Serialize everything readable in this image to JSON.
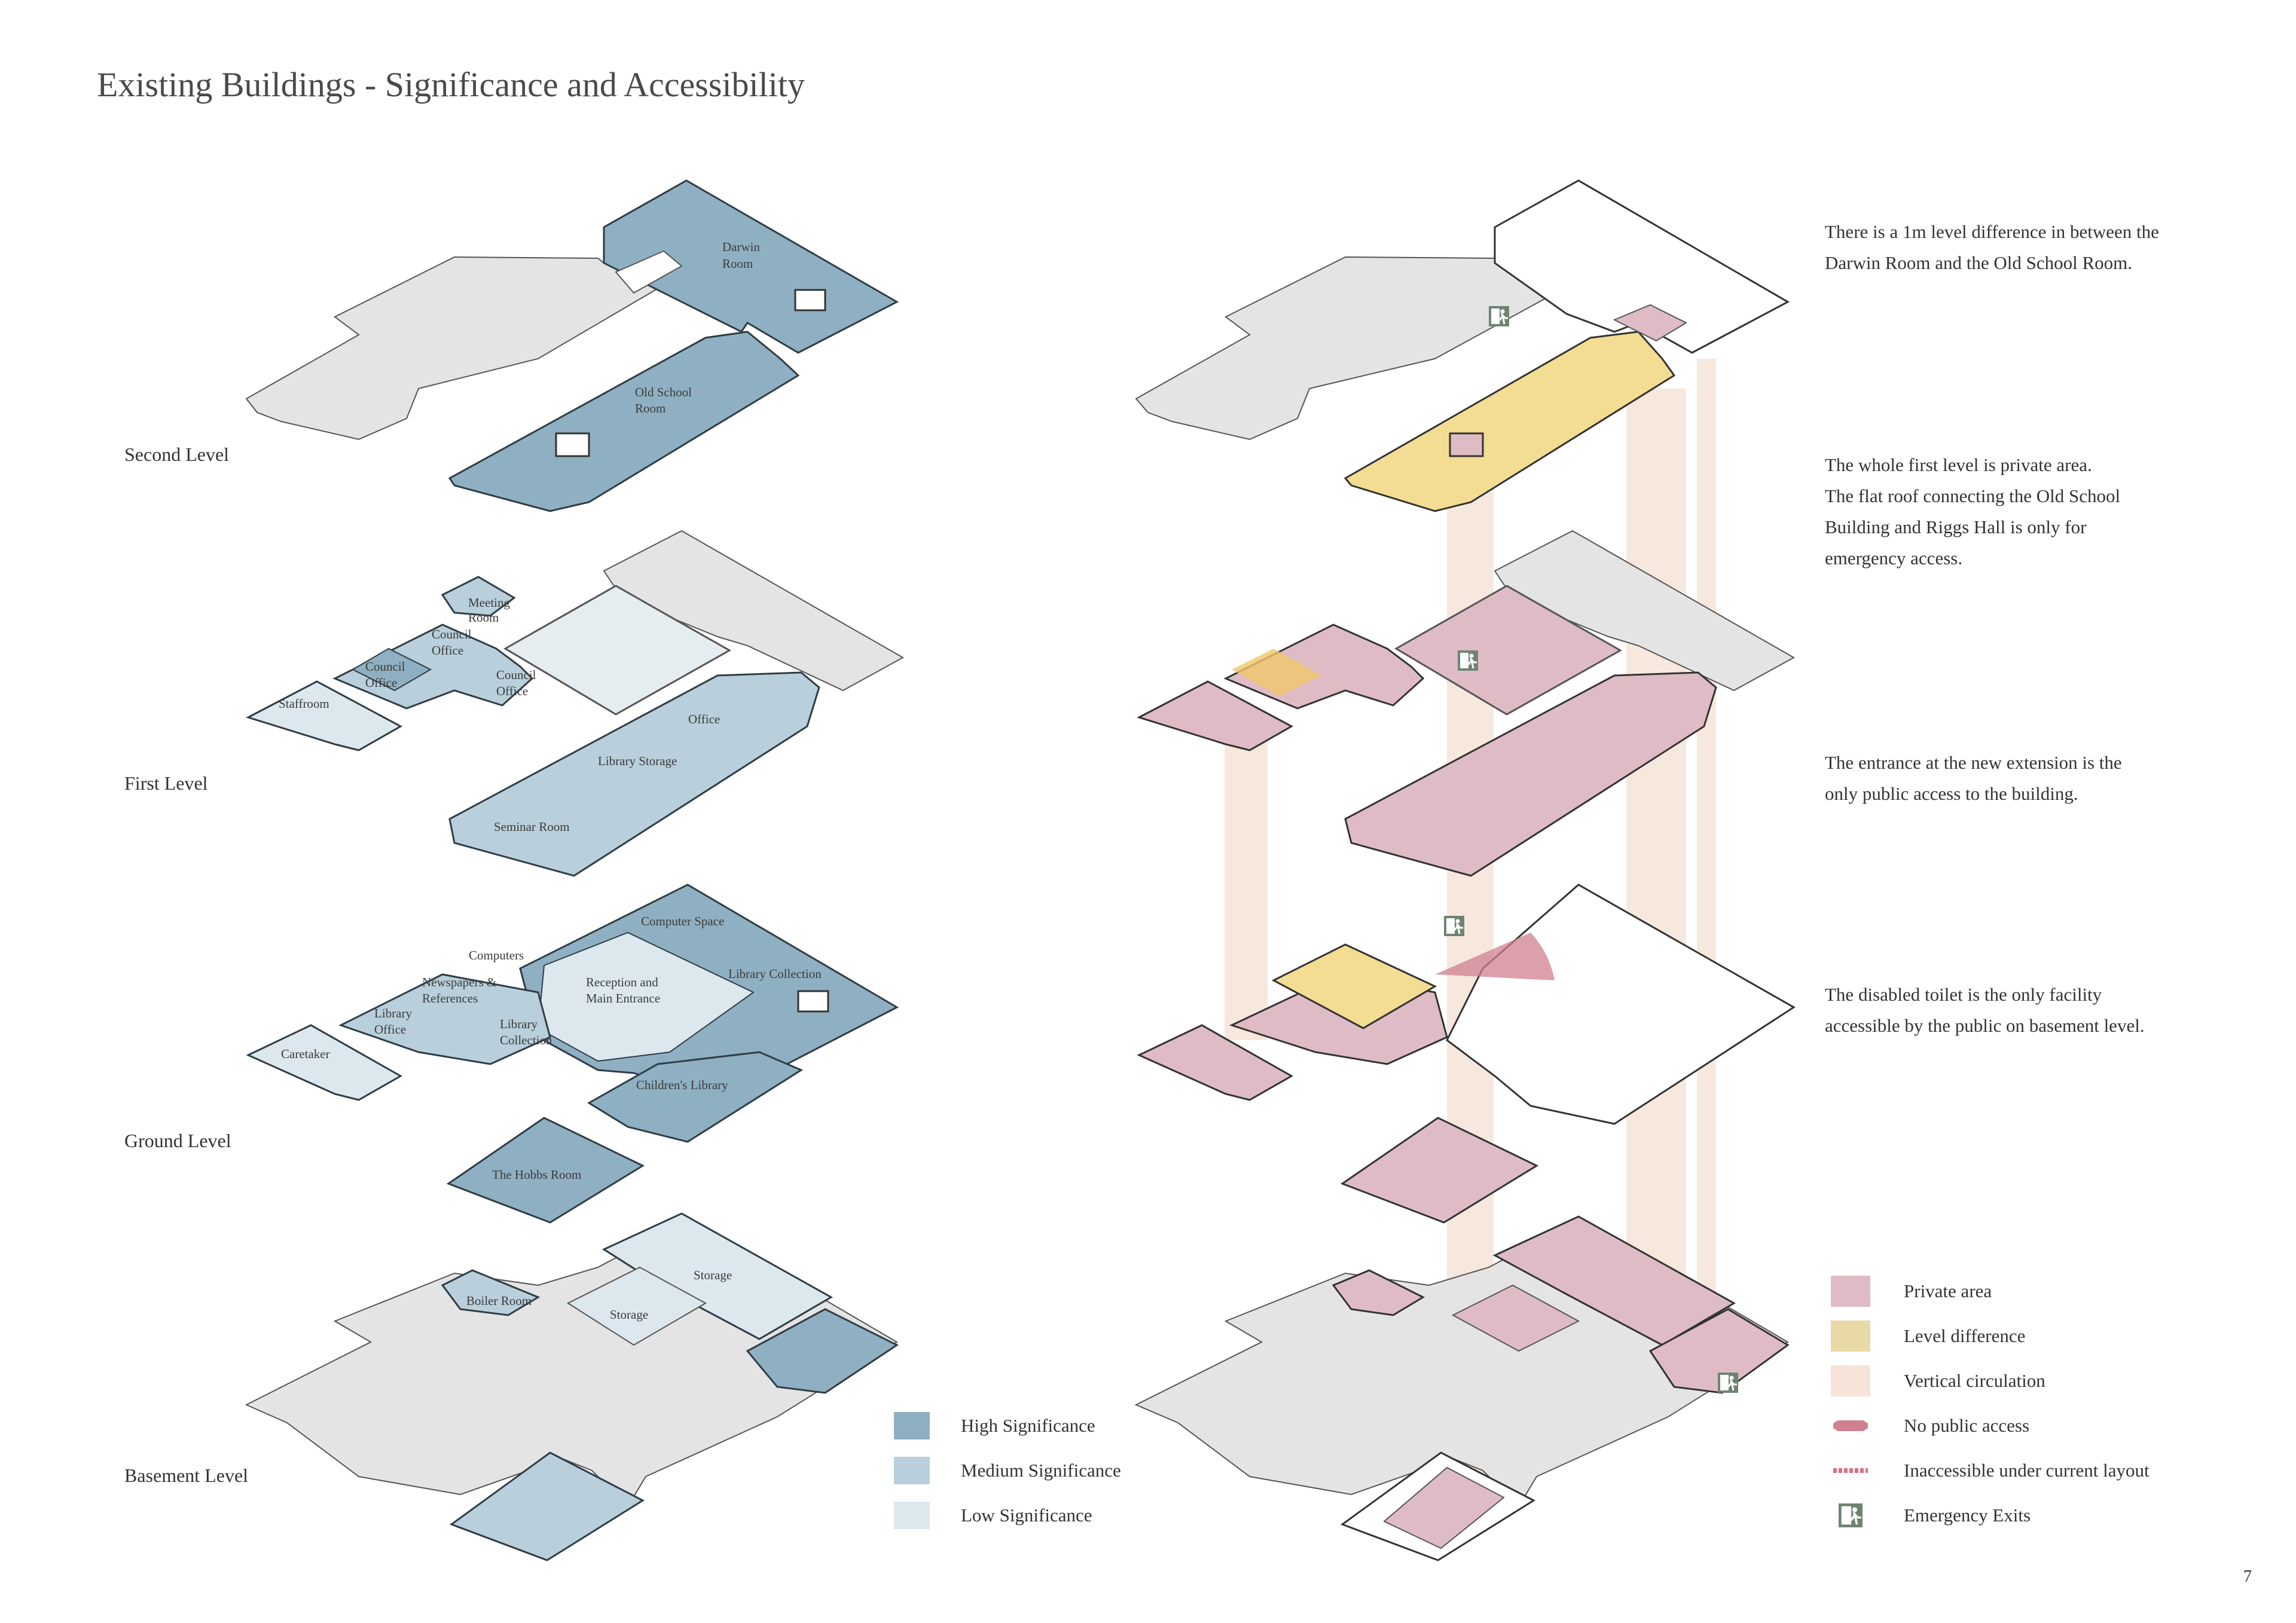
{
  "title": "Existing Buildings - Significance and Accessibility",
  "levels": {
    "second": "Second Level",
    "first": "First Level",
    "ground": "Ground Level",
    "basement": "Basement Level"
  },
  "rooms": {
    "darwin_1": "Darwin",
    "darwin_2": "Room",
    "old_school_1": "Old School",
    "old_school_2": "Room",
    "meeting_1": "Meeting",
    "meeting_2": "Room",
    "council_office_a_1": "Council",
    "council_office_a_2": "Office",
    "council_office_b_1": "Council",
    "council_office_b_2": "Office",
    "council_office_c_1": "Council",
    "council_office_c_2": "Office",
    "staffroom": "Staffroom",
    "office": "Office",
    "library_storage": "Library Storage",
    "seminar_room": "Seminar Room",
    "computer_space": "Computer Space",
    "computers": "Computers",
    "newspapers_1": "Newspapers &",
    "newspapers_2": "References",
    "reception_1": "Reception and",
    "reception_2": "Main Entrance",
    "library_collection_main": "Library Collection",
    "library_office_1": "Library",
    "library_office_2": "Office",
    "library_collection_small_1": "Library",
    "library_collection_small_2": "Collection",
    "caretaker": "Caretaker",
    "childrens_library": "Children's Library",
    "hobbs_room": "The Hobbs Room",
    "storage_upper": "Storage",
    "storage_lower": "Storage",
    "boiler_room": "Boiler Room"
  },
  "notes": [
    [
      "There is a 1m level difference in between the",
      "Darwin Room and the Old School Room."
    ],
    [
      "The whole first level is private area.",
      "The flat roof connecting the Old School",
      "Building and Riggs Hall is only for",
      "emergency access."
    ],
    [
      "The entrance at the new extension  is the",
      "only public access to the building."
    ],
    [
      "The disabled toilet is the only facility",
      "accessible by the public on basement level."
    ]
  ],
  "significance_legend": [
    {
      "label": "High Significance",
      "color": "#8fb0c2"
    },
    {
      "label": "Medium Significance",
      "color": "#b9cfdb"
    },
    {
      "label": "Low Significance",
      "color": "#dde8ee"
    }
  ],
  "access_legend": [
    {
      "label": "Private area",
      "color": "#dfbcc5",
      "icon": "private-area-swatch"
    },
    {
      "label": "Level difference",
      "color": "#e8d9a6",
      "icon": "level-difference-swatch"
    },
    {
      "label": "Vertical circulation",
      "color": "#f6e4d8",
      "icon": "vertical-circulation-swatch"
    },
    {
      "label": "No public access",
      "color": "#cf8090",
      "icon": "no-public-access-icon"
    },
    {
      "label": "Inaccessible under current layout",
      "color": "#d96e84",
      "icon": "inaccessible-dashed-icon"
    },
    {
      "label": "Emergency Exits",
      "color": "#6f8373",
      "icon": "emergency-exit-icon"
    }
  ],
  "page_number": "7"
}
